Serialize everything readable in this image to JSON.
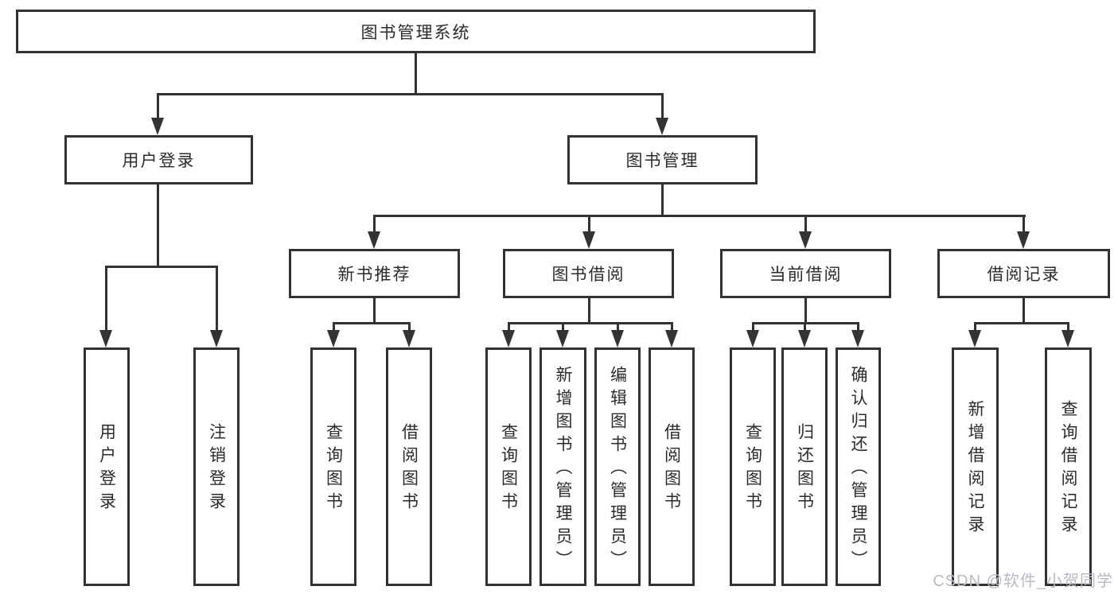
{
  "diagram": {
    "root": "图书管理系统",
    "level2": {
      "user_login": "用户登录",
      "book_mgmt": "图书管理"
    },
    "level3": {
      "new_books": "新书推荐",
      "book_borrow": "图书借阅",
      "current_borrow": "当前借阅",
      "borrow_records": "借阅记录"
    },
    "leaves": {
      "user_login": [
        "用户登录",
        "注销登录"
      ],
      "new_books": [
        "查询图书",
        "借阅图书"
      ],
      "book_borrow": [
        "查询图书",
        "新增图书（管理员）",
        "编辑图书（管理员）",
        "借阅图书"
      ],
      "current_borrow": [
        "查询图书",
        "归还图书",
        "确认归还（管理员）"
      ],
      "borrow_records": [
        "新增借阅记录",
        "查询借阅记录"
      ]
    }
  },
  "watermark": "CSDN @软件_小贺同学",
  "colors": {
    "line": "#333333",
    "text": "#2b2b2b",
    "watermark": "#b7bac1",
    "background": "#ffffff"
  }
}
